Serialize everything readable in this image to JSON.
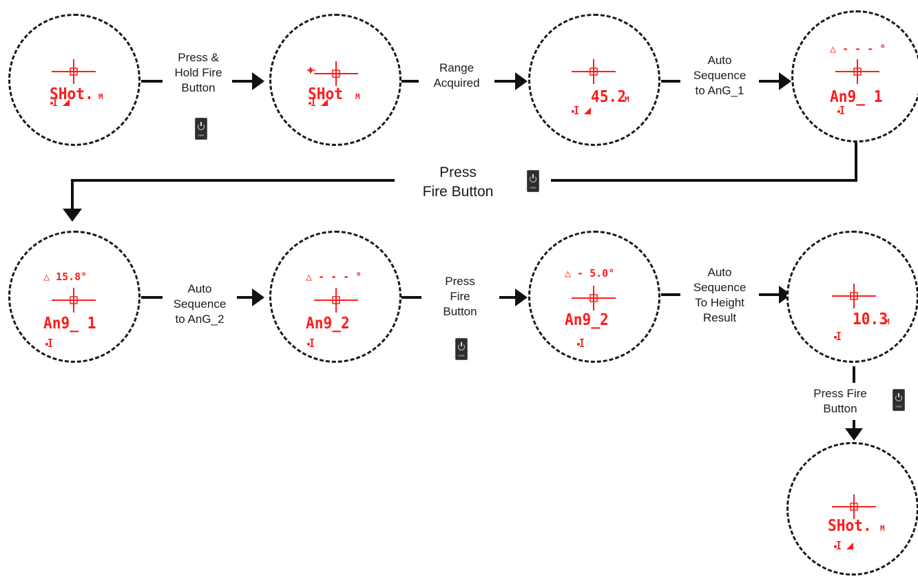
{
  "colors": {
    "lcd": "#ff1a1a",
    "line": "#111111",
    "background": "#ffffff"
  },
  "labels": {
    "press_hold": "Press &\nHold Fire\nButton",
    "range_acquired": "Range\nAcquired",
    "auto_ang1": "Auto\nSequence\nto AnG_1",
    "press_fire_big": "Press\nFire Button",
    "auto_ang2": "Auto\nSequence\nto AnG_2",
    "press_fire_mid": "Press\nFire\nButton",
    "auto_height": "Auto\nSequence\nTo Height\nResult",
    "press_fire_final": "Press Fire\nButton"
  },
  "fire_button_text": "FIRE",
  "screens": [
    {
      "id": "s1",
      "main": "SHot.",
      "unit": "M",
      "angle": "",
      "laser": false,
      "status": "reticle-and-slope"
    },
    {
      "id": "s2",
      "main": "SHot",
      "unit": "M",
      "angle": "",
      "laser": true,
      "status": "reticle-and-slope"
    },
    {
      "id": "s3",
      "main": "45.2",
      "unit": "M",
      "angle": "",
      "laser": false,
      "status": "reticle-and-slope"
    },
    {
      "id": "s4",
      "main": "An9_ 1",
      "unit": "",
      "angle": "△ - - - °",
      "laser": false,
      "status": "reticle"
    },
    {
      "id": "s5",
      "main": "An9_ 1",
      "unit": "",
      "angle": "△  15.8°",
      "laser": false,
      "status": "reticle"
    },
    {
      "id": "s6",
      "main": "An9_2",
      "unit": "",
      "angle": "△ - - - °",
      "laser": false,
      "status": "reticle"
    },
    {
      "id": "s7",
      "main": "An9_2",
      "unit": "",
      "angle": "△ -  5.0°",
      "laser": false,
      "status": "reticle"
    },
    {
      "id": "s8",
      "main": "10.3",
      "unit": "M",
      "angle": "",
      "laser": false,
      "status": "reticle"
    },
    {
      "id": "s9",
      "main": "SHot.",
      "unit": "M",
      "angle": "",
      "laser": false,
      "status": "reticle-and-slope"
    }
  ]
}
